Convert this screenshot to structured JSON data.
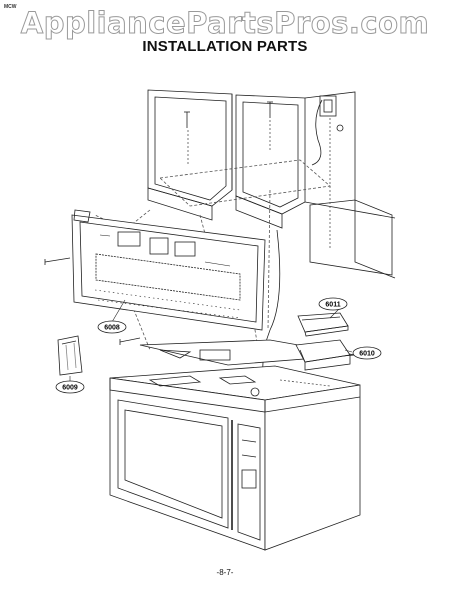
{
  "header": {
    "watermark": "AppliancePartsPros.com",
    "corner_tag": "MCW"
  },
  "title": "INSTALLATION PARTS",
  "callouts": [
    {
      "id": "6008",
      "label": "6008"
    },
    {
      "id": "6009",
      "label": "6009"
    },
    {
      "id": "6010",
      "label": "6010"
    },
    {
      "id": "6011",
      "label": "6011"
    }
  ],
  "footer": {
    "page_number": "-8-7-"
  },
  "colors": {
    "line": "#222222",
    "watermark_stroke": "#9a9a9a",
    "dashed": "#555555"
  }
}
